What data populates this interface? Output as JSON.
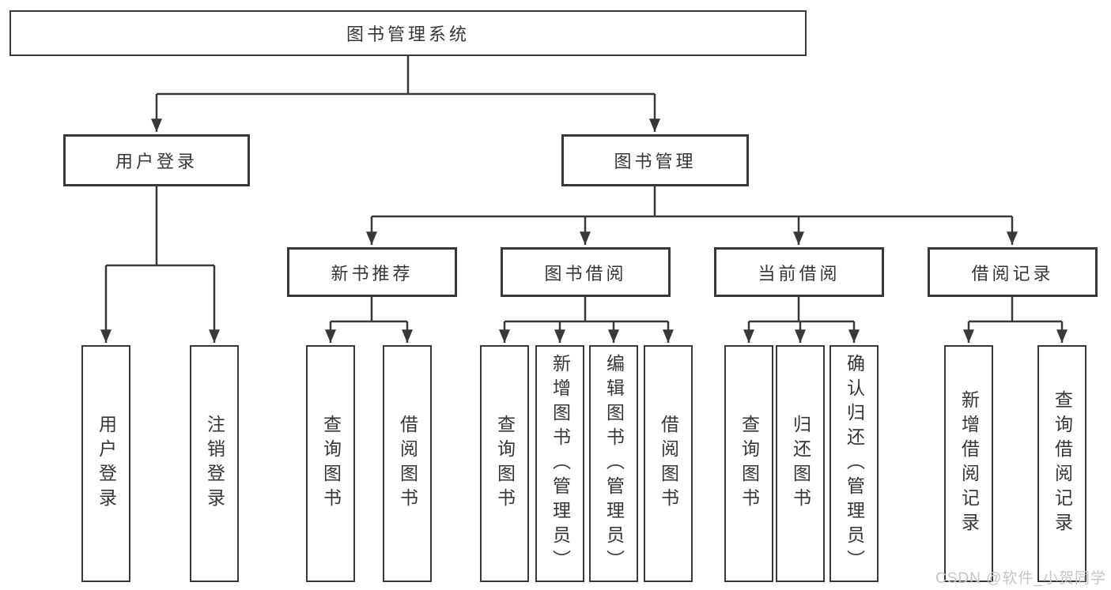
{
  "diagram_type": "hierarchy-tree",
  "colors": {
    "line": "#383838",
    "box_border": "#383838",
    "text": "#363636",
    "background": "#ffffff",
    "watermark": "#c6c6c6"
  },
  "tree": {
    "label": "图书管理系统",
    "children": [
      {
        "label": "用户登录",
        "children": [
          {
            "label": "用户登录"
          },
          {
            "label": "注销登录"
          }
        ]
      },
      {
        "label": "图书管理",
        "children": [
          {
            "label": "新书推荐",
            "children": [
              {
                "label": "查询图书"
              },
              {
                "label": "借阅图书"
              }
            ]
          },
          {
            "label": "图书借阅",
            "children": [
              {
                "label": "查询图书"
              },
              {
                "label": "新增图书（管理员）"
              },
              {
                "label": "编辑图书（管理员）"
              },
              {
                "label": "借阅图书"
              }
            ]
          },
          {
            "label": "当前借阅",
            "children": [
              {
                "label": "查询图书"
              },
              {
                "label": "归还图书"
              },
              {
                "label": "确认归还（管理员）"
              }
            ]
          },
          {
            "label": "借阅记录",
            "children": [
              {
                "label": "新增借阅记录"
              },
              {
                "label": "查询借阅记录"
              }
            ]
          }
        ]
      }
    ]
  },
  "watermark": {
    "text": "CSDN @软件_小贺同学"
  }
}
